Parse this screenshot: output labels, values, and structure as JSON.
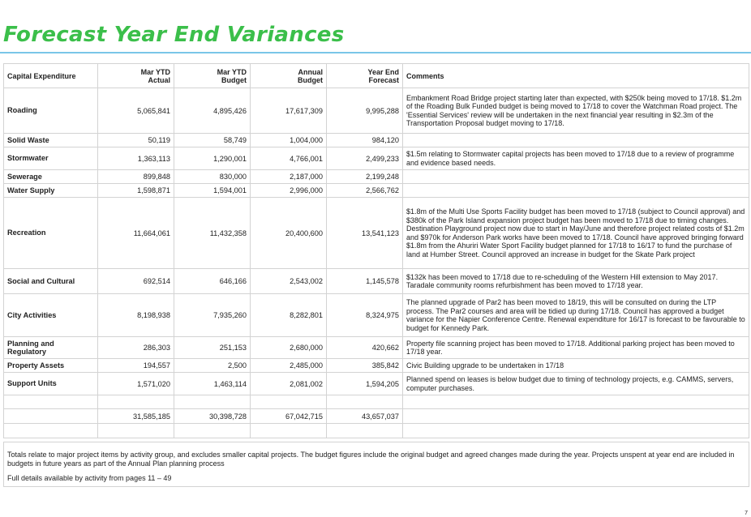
{
  "page": {
    "title": "Forecast Year End Variances",
    "page_number": "7"
  },
  "table": {
    "headers": {
      "category": "Capital Expenditure",
      "col1": "Mar YTD\nActual",
      "col2": "Mar YTD\nBudget",
      "col3": "Annual\nBudget",
      "col4": "Year End\nForecast",
      "comments": "Comments"
    },
    "rows": [
      {
        "name": "Roading",
        "actual": "5,065,841",
        "budget": "4,895,426",
        "annual": "17,617,309",
        "forecast": "9,995,288",
        "comment": "Embankment Road Bridge project starting later than expected, with $250k being moved to 17/18. $1.2m of the Roading Bulk Funded budget is being moved to 17/18 to cover the Watchman Road project. The 'Essential Services' review will be undertaken in the next financial year resulting in $2.3m of the Transportation Proposal budget moving to 17/18."
      },
      {
        "name": "Solid Waste",
        "actual": "50,119",
        "budget": "58,749",
        "annual": "1,004,000",
        "forecast": "984,120",
        "comment": ""
      },
      {
        "name": "Stormwater",
        "actual": "1,363,113",
        "budget": "1,290,001",
        "annual": "4,766,001",
        "forecast": "2,499,233",
        "comment": "$1.5m relating to Stormwater capital projects has been moved to 17/18 due to a review of programme and evidence based needs."
      },
      {
        "name": "Sewerage",
        "actual": "899,848",
        "budget": "830,000",
        "annual": "2,187,000",
        "forecast": "2,199,248",
        "comment": ""
      },
      {
        "name": "Water Supply",
        "actual": "1,598,871",
        "budget": "1,594,001",
        "annual": "2,996,000",
        "forecast": "2,566,762",
        "comment": ""
      },
      {
        "name": "Recreation",
        "actual": "11,664,061",
        "budget": "11,432,358",
        "annual": "20,400,600",
        "forecast": "13,541,123",
        "comment": "$1.8m of the Multi Use Sports Facility budget has been moved to 17/18 (subject to Council approval) and $380k of the Park Island expansion project budget has been moved to 17/18 due to timing changes. Destination Playground project now due to start in May/June and therefore project related costs of $1.2m and $970k for Anderson Park works have been moved to 17/18. Council have approved bringing forward $1.8m from the Ahuriri Water Sport Facility budget planned for 17/18 to 16/17 to fund the purchase of land at Humber Street. Council approved an increase in budget for the Skate Park project"
      },
      {
        "name": "Social and Cultural",
        "actual": "692,514",
        "budget": "646,166",
        "annual": "2,543,002",
        "forecast": "1,145,578",
        "comment": "$132k has been moved to 17/18 due to re-scheduling of the Western Hill extension to May 2017. Taradale community rooms refurbishment has been moved to 17/18 year."
      },
      {
        "name": "City Activities",
        "actual": "8,198,938",
        "budget": "7,935,260",
        "annual": "8,282,801",
        "forecast": "8,324,975",
        "comment": "The planned upgrade of Par2 has been moved to 18/19, this will be consulted on during the LTP process. The Par2 courses and area will be tidied up during 17/18. Council has approved a budget variance for the Napier Conference Centre. Renewal expenditure for 16/17 is forecast to be favourable to budget for Kennedy Park."
      },
      {
        "name": "Planning and Regulatory",
        "actual": "286,303",
        "budget": "251,153",
        "annual": "2,680,000",
        "forecast": "420,662",
        "comment": "Property file scanning project has been moved to 17/18. Additional parking project has been moved to 17/18 year."
      },
      {
        "name": "Property Assets",
        "actual": "194,557",
        "budget": "2,500",
        "annual": "2,485,000",
        "forecast": "385,842",
        "comment": "Civic Building upgrade to be undertaken in 17/18"
      },
      {
        "name": "Support Units",
        "actual": "1,571,020",
        "budget": "1,463,114",
        "annual": "2,081,002",
        "forecast": "1,594,205",
        "comment": "Planned spend on leases is below budget due to timing of technology projects, e.g. CAMMS, servers, computer purchases."
      }
    ],
    "totals": {
      "actual": "31,585,185",
      "budget": "30,398,728",
      "annual": "67,042,715",
      "forecast": "43,657,037"
    }
  },
  "notes": {
    "totals_note": "Totals relate to major project items by activity group, and excludes smaller capital projects.  The budget figures include the original budget and agreed changes made during the year.  Projects unspent at year end are included in budgets in future years as part of the Annual Plan planning process",
    "details_note": "Full details available by activity from pages 11 – 49"
  },
  "colors": {
    "title": "#3bbf4a",
    "title_rule": "#7ac6e8",
    "grid": "#d3d3d3"
  }
}
